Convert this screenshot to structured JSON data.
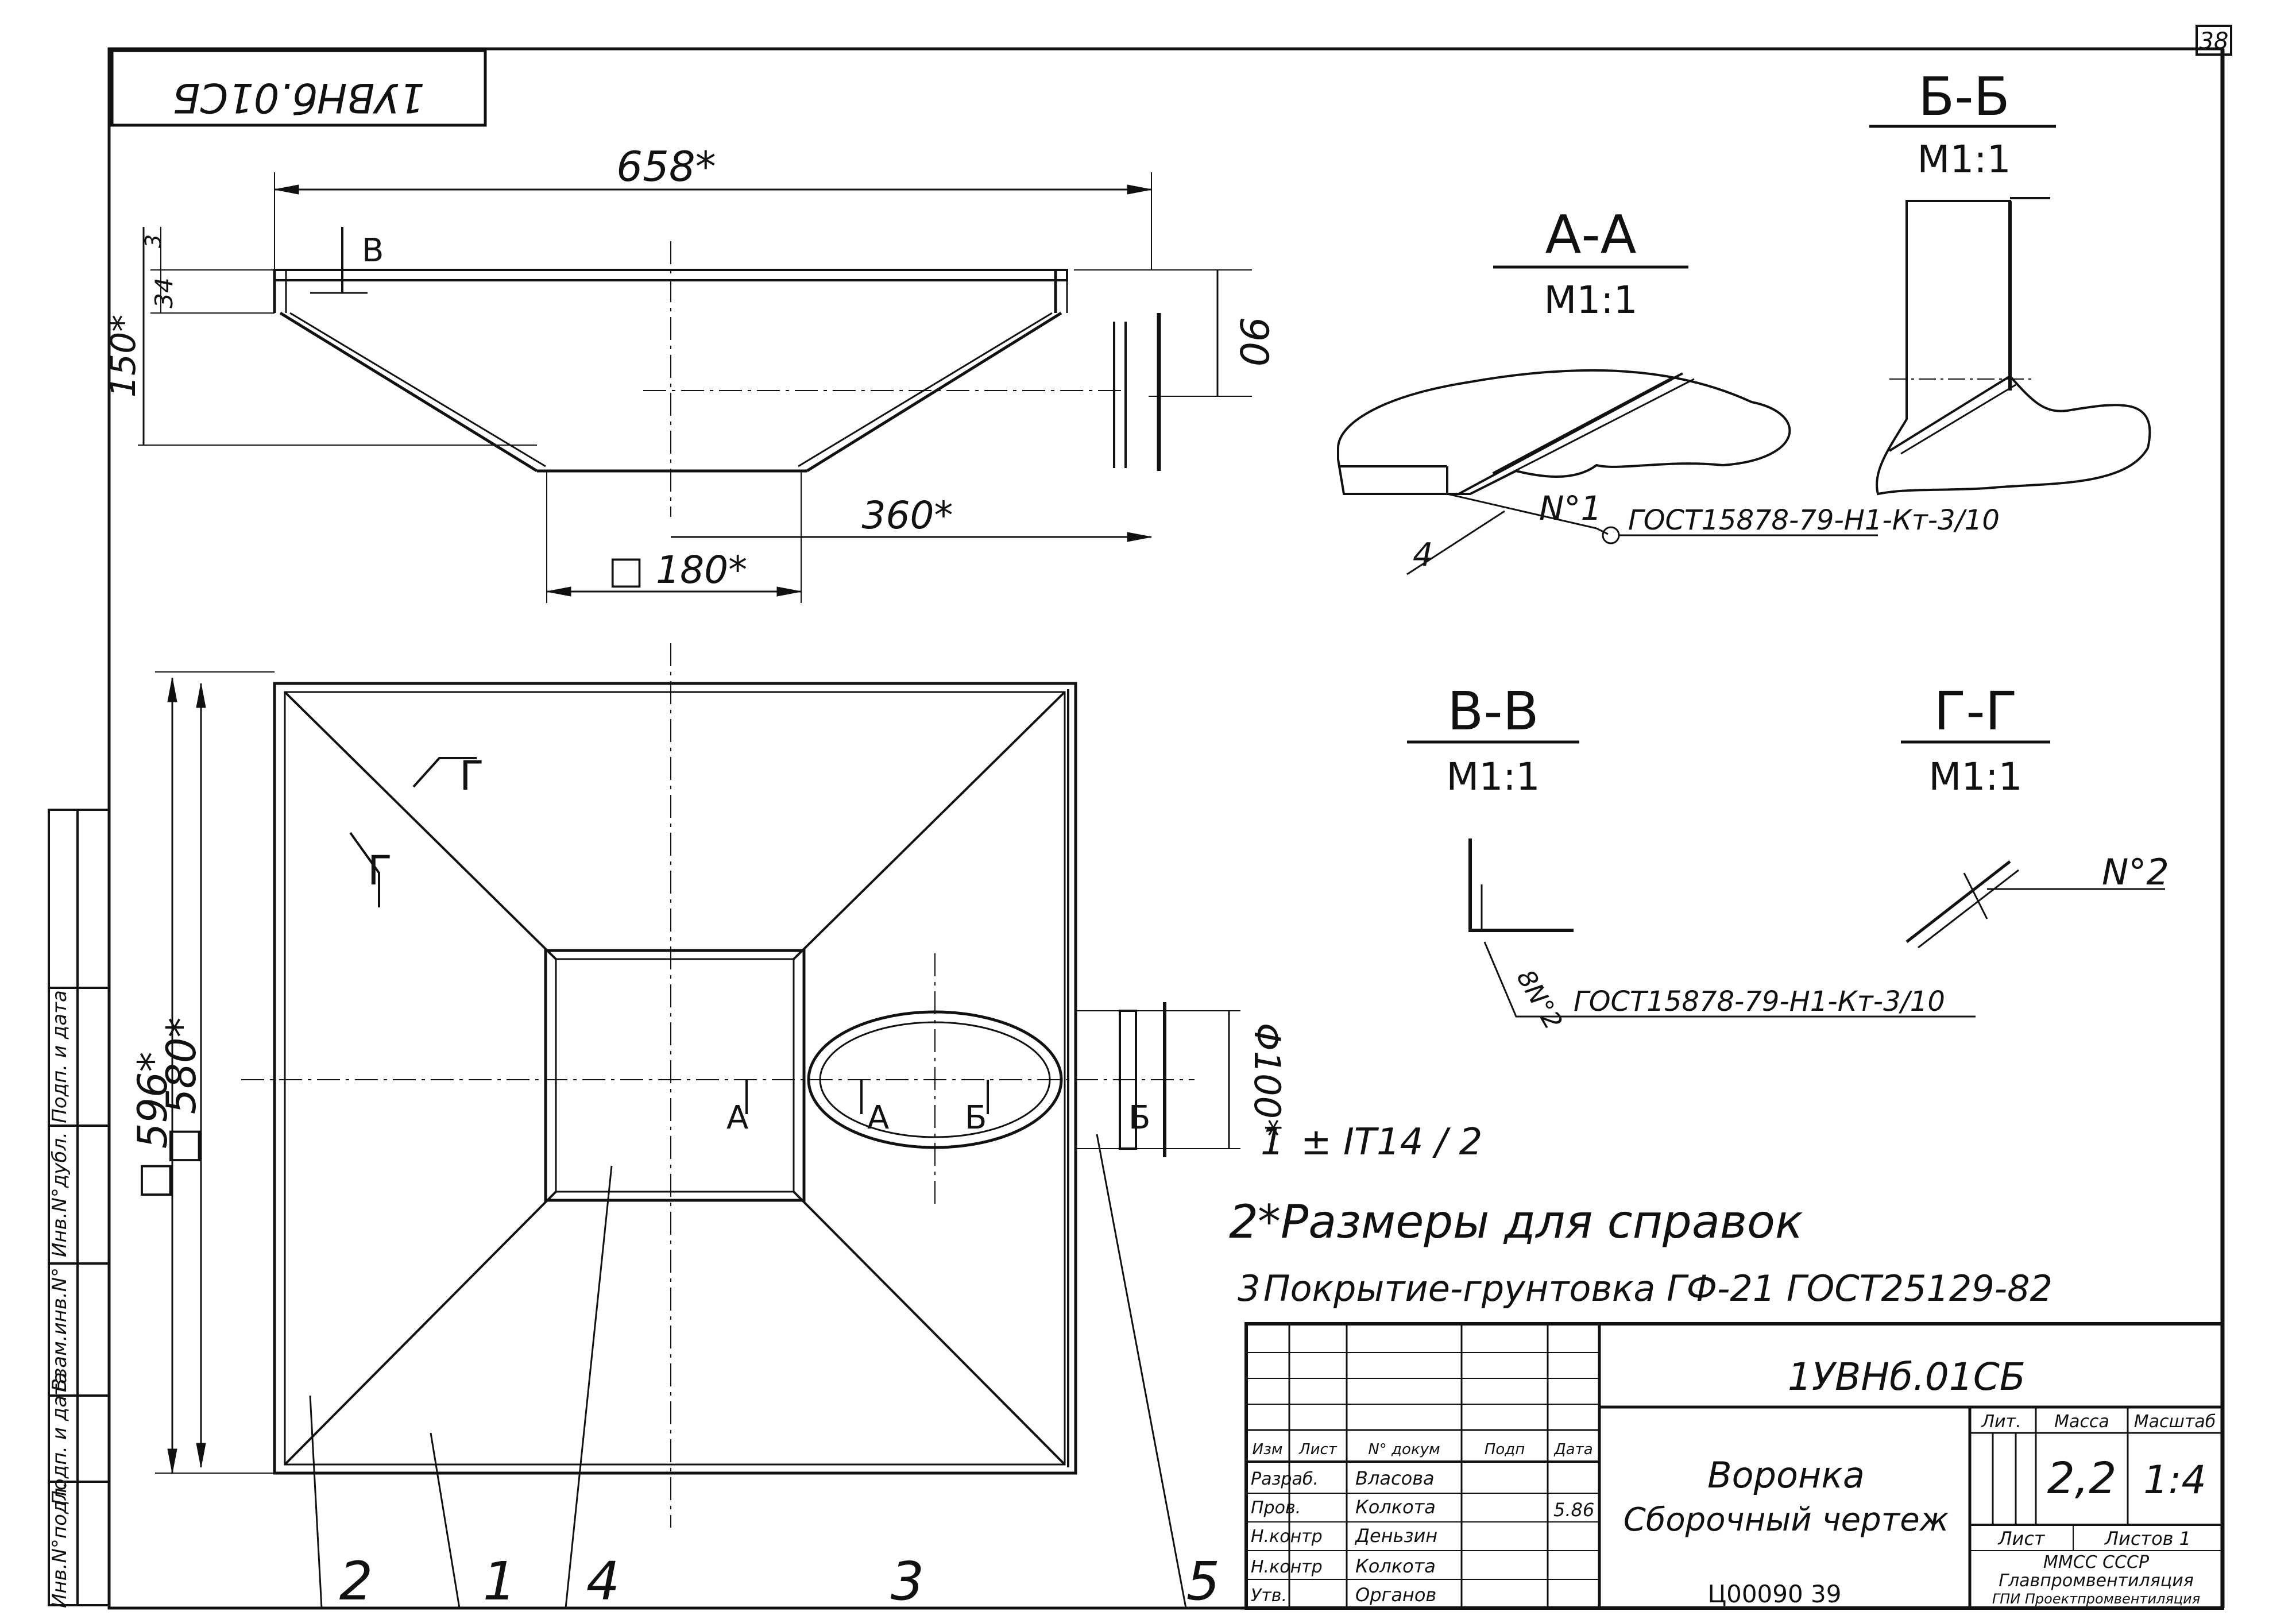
{
  "sheet": {
    "page_number": "38",
    "corner_stamp": "1УВНб.01СБ"
  },
  "elevation": {
    "dim_overall_width": "658*",
    "dim_top_height": "90",
    "dim_total_height": "150*",
    "dim_small_3": "3",
    "dim_small_34": "34",
    "dim_offset": "360*",
    "dim_outlet": "□ 180*",
    "section_mark": "В"
  },
  "plan": {
    "dim_outer": "□ 596*",
    "dim_inner": "□ 580*",
    "dim_pipe_diameter": "Φ100*",
    "section_marks": {
      "a": "А",
      "b": "Б",
      "g": "Г"
    },
    "callouts": [
      "2",
      "1",
      "4",
      "3",
      "5"
    ]
  },
  "sections": {
    "aa": {
      "title": "А-А",
      "scale": "М1:1",
      "weld_number": "N°1",
      "weld_spec": "ГОСТ15878-79-Н1-Кт-3/10",
      "leg": "4"
    },
    "bb": {
      "title": "Б-Б",
      "scale": "М1:1"
    },
    "vv": {
      "title": "В-В",
      "scale": "М1:1",
      "weld_number": "8N°2",
      "weld_spec": "ГОСТ15878-79-Н1-Кт-3/10"
    },
    "gg": {
      "title": "Г-Г",
      "scale": "М1:1",
      "weld_number": "N°2"
    }
  },
  "notes": [
    {
      "num": "1",
      "text": "± IT14 / 2"
    },
    {
      "num": "2",
      "text": "*Размеры для справок"
    },
    {
      "num": "3",
      "text": "Покрытие-грунтовка ГФ-21 ГОСТ25129-82"
    }
  ],
  "title_block": {
    "designation": "1УВНб.01СБ",
    "name_line1": "Воронка",
    "name_line2": "Сборочный чертеж",
    "head_cols": [
      "Изм",
      "Лист",
      "N° докум",
      "Подп",
      "Дата"
    ],
    "rows": [
      [
        "Разраб.",
        "Власова"
      ],
      [
        "Пров.",
        "Колкота"
      ],
      [
        "Н.контр",
        "Деньзин"
      ],
      [
        "Н.контр",
        "Колкота"
      ],
      [
        "Утв.",
        "Органов"
      ]
    ],
    "sign_date": "5.86",
    "lit_label": "Лит.",
    "mass_label": "Масса",
    "scale_label": "Масштаб",
    "mass_value": "2,2",
    "scale_value": "1:4",
    "sheet_label": "Лист",
    "sheets_label": "Листов 1",
    "org_line1": "ММСС СССР",
    "org_line2": "Главпромвентиляция",
    "org_line3": "ГПИ Проектпромвентиляция",
    "archive_number": "Ц00090 39"
  },
  "side_strip": [
    "Инв.N°подл.",
    "Подп. и дата",
    "Взам.инв.N°",
    "Инв.N°дубл.",
    "Подп. и дата"
  ]
}
